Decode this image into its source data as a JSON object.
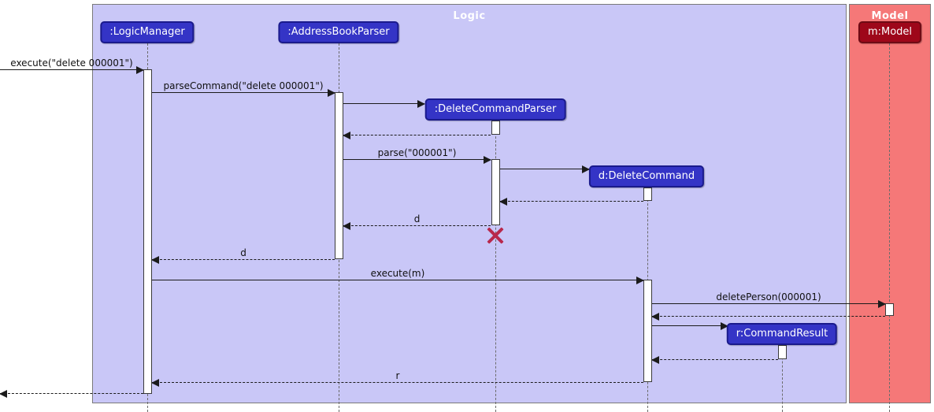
{
  "diagram_type": "uml-sequence",
  "frames": {
    "logic": {
      "title": "Logic"
    },
    "model": {
      "title": "Model"
    }
  },
  "participants": {
    "logic_manager": ":LogicManager",
    "address_book_parser": ":AddressBookParser",
    "delete_command_parser": ":DeleteCommandParser",
    "delete_command": "d:DeleteCommand",
    "command_result": "r:CommandResult",
    "model": "m:Model"
  },
  "messages": {
    "execute": "execute(\"delete 000001\")",
    "parse_command": "parseCommand(\"delete 000001\")",
    "parse": "parse(\"000001\")",
    "return_d_parser": "d",
    "return_d_logic": "d",
    "execute_m": "execute(m)",
    "delete_person": "deletePerson(000001)",
    "return_r": "r"
  },
  "colors": {
    "logic_frame_fill": "#C9C7F7",
    "model_frame_fill": "#F57878",
    "participant_fill": "#3434C6",
    "model_participant_fill": "#9E071A",
    "frame_title_color": "#FFFFFF",
    "destruction_x": "#B8284C",
    "arrow_color": "#1B1B1B"
  }
}
